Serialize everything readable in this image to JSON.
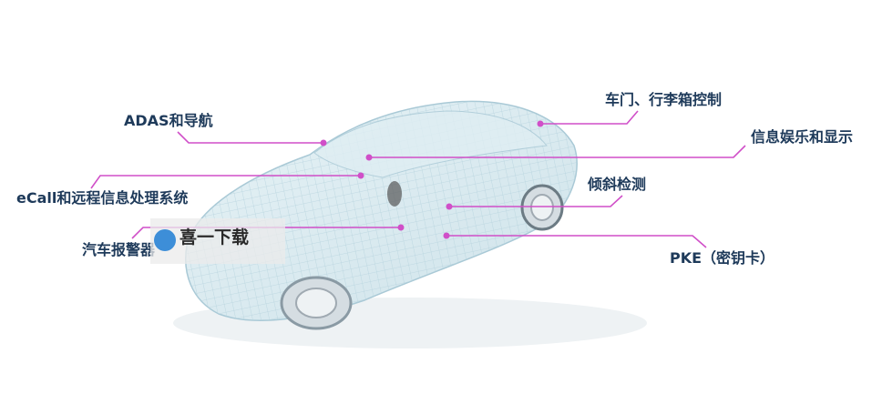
{
  "labels": {
    "adas": "ADAS和导航",
    "door_trunk": "车门、行李箱控制",
    "infotainment": "信息娱乐和显示",
    "ecall": "eCall和远程信息处理系统",
    "tilt": "倾斜检测",
    "alarm": "汽车报警器",
    "pke": "PKE（密钥卡）"
  },
  "watermark": {
    "text": "喜一下载",
    "icon": "watermark-logo-icon"
  },
  "colors": {
    "leader": "#d04fc8",
    "label": "#1e3a5a",
    "car_wire": "#9fc6d6"
  }
}
